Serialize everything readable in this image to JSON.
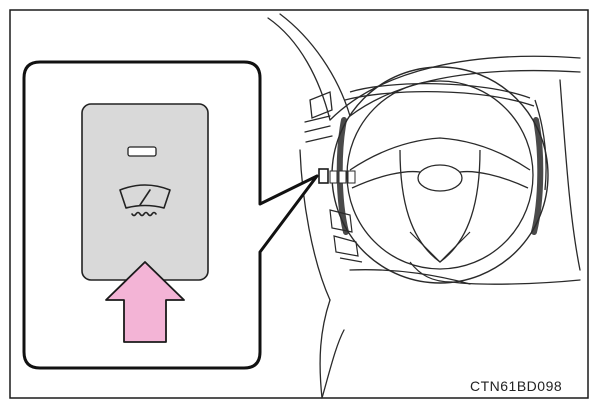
{
  "figure": {
    "code": "CTN61BD098"
  },
  "callout": {
    "switch_name": "windshield-wiper-deicer-switch",
    "indicator": "indicator-light",
    "arrow_color": "#f3b4d6",
    "panel_color": "#d9d9d9"
  }
}
